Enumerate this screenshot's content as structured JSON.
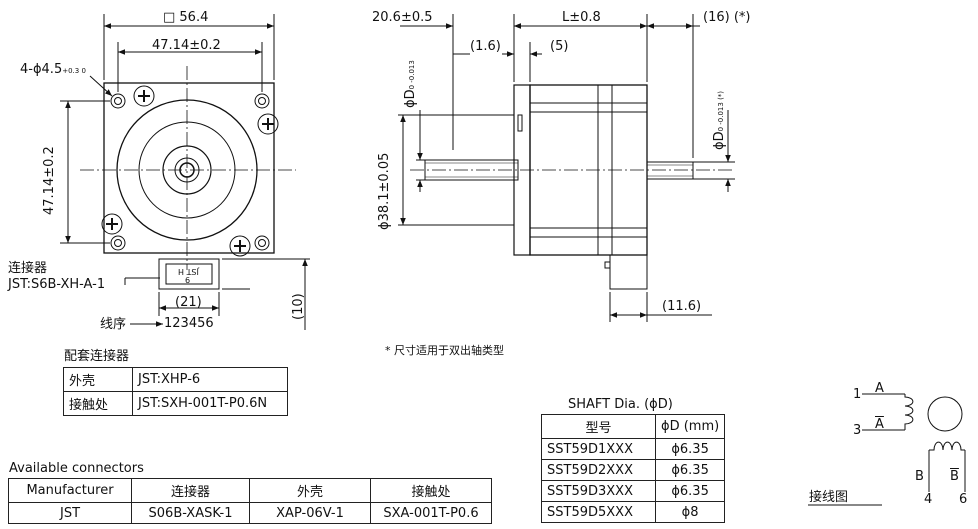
{
  "front_view": {
    "dim_square": "□ 56.4",
    "dim_bolt_h": "47.14±0.2",
    "dim_bolt_v": "47.14±0.2",
    "dim_holes": "4-ϕ4.5",
    "dim_holes_tol": "+0.3 0",
    "connector_label_cn": "连接器",
    "connector_label_en": "JST:S6B-XH-A-1",
    "connector_text_1": "JST H",
    "connector_text_2": "6",
    "dim_connector_w": "(21)",
    "dim_connector_h": "(10)",
    "pin_order_label": "线序",
    "pin_order": "123456"
  },
  "side_view": {
    "dim_flange": "20.6±0.5",
    "dim_length": "L±0.8",
    "dim_rear_shaft": "(16) (*)",
    "dim_1_6": "(1.6)",
    "dim_5": "(5)",
    "dim_shaft_d": "ϕD",
    "dim_shaft_d_tol": "0 -0.013",
    "dim_rear_d": "ϕD",
    "dim_rear_d_tol": "0 -0.013 (*)",
    "dim_pilot": "ϕ38.1±0.05",
    "dim_cable": "(11.6)",
    "footnote": "* 尺寸适用于双出轴类型"
  },
  "mating": {
    "title": "配套连接器",
    "rows": [
      [
        "外壳",
        "JST:XHP-6"
      ],
      [
        "接触处",
        "JST:SXH-001T-P0.6N"
      ]
    ]
  },
  "available": {
    "title": "Available connectors",
    "headers": [
      "Manufacturer",
      "连接器",
      "外壳",
      "接触处"
    ],
    "rows": [
      [
        "JST",
        "S06B-XASK-1",
        "XAP-06V-1",
        "SXA-001T-P0.6"
      ]
    ]
  },
  "shaft": {
    "title": "SHAFT Dia. (ϕD)",
    "headers": [
      "型号",
      "ϕD (mm)"
    ],
    "rows": [
      [
        "SST59D1XXX",
        "ϕ6.35"
      ],
      [
        "SST59D2XXX",
        "ϕ6.35"
      ],
      [
        "SST59D3XXX",
        "ϕ6.35"
      ],
      [
        "SST59D5XXX",
        "ϕ8"
      ]
    ]
  },
  "wiring": {
    "title": "接线图",
    "pin1": "1",
    "pin3": "3",
    "pin4": "4",
    "pin6": "6",
    "A": "A",
    "A_bar": "A",
    "B": "B",
    "B_bar": "B"
  }
}
